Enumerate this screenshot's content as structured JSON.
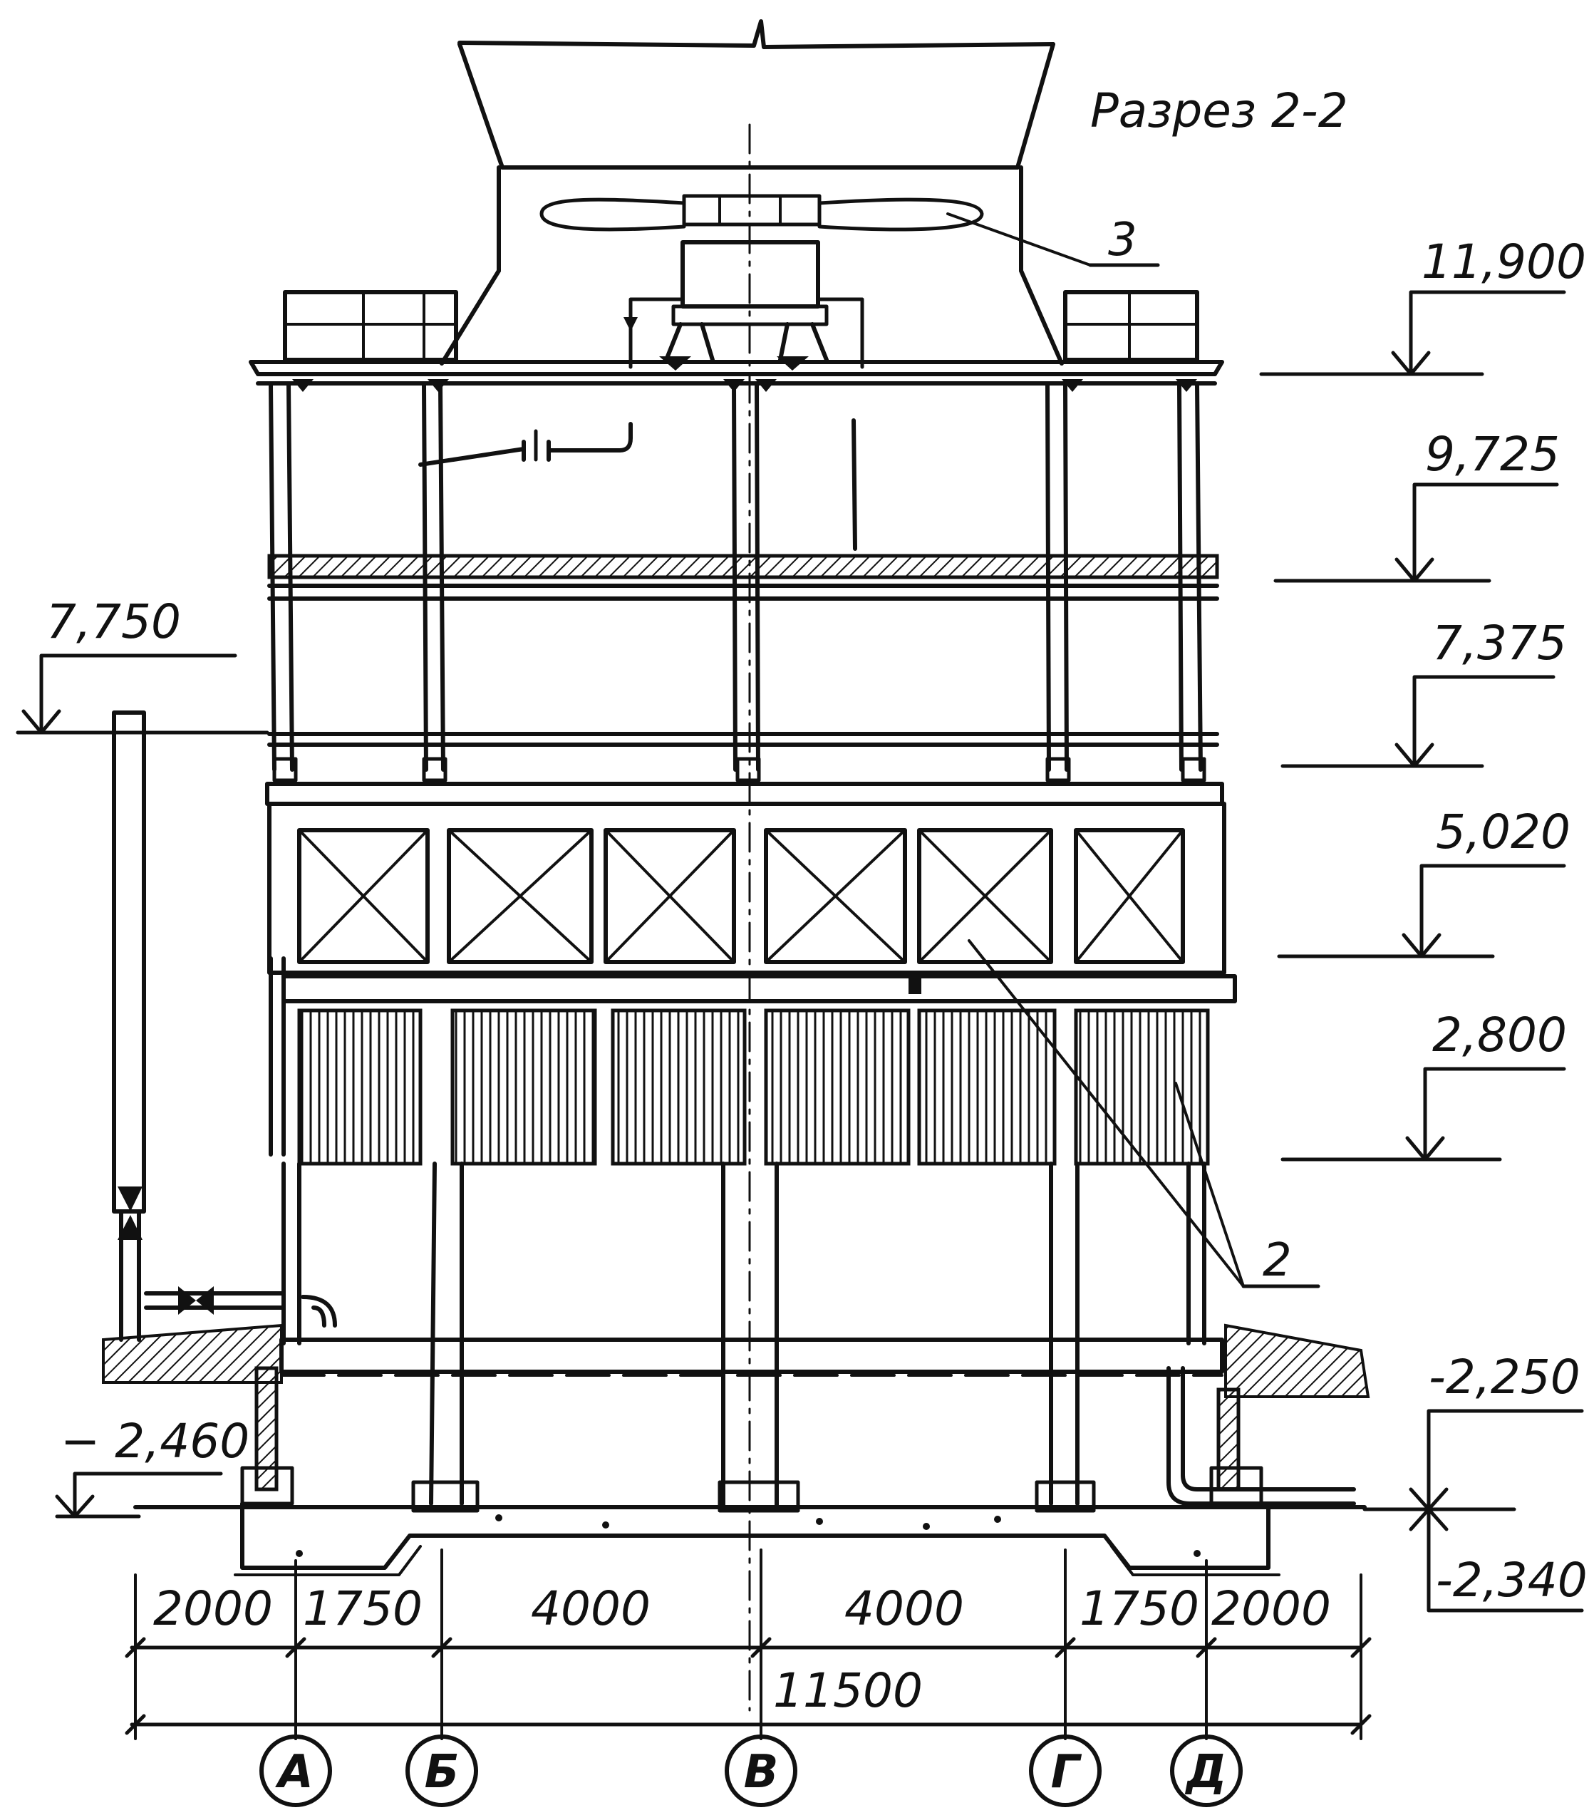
{
  "title": "Разрез 2-2",
  "elevations": {
    "e11900": "11,900",
    "e9725": "9,725",
    "e7375": "7,375",
    "e5020": "5,020",
    "e2800": "2,800",
    "e7750": "7,750",
    "e_m2460": "− 2,460",
    "e_m2250": "-2,250",
    "e_m2340": "-2,340"
  },
  "callouts": {
    "c3": "3",
    "c2": "2"
  },
  "dimensions": {
    "d1": "2000",
    "d2": "1750",
    "d3": "4000",
    "d4": "4000",
    "d5": "1750",
    "d6": "2000",
    "total": "11500"
  },
  "axes": [
    "А",
    "Б",
    "В",
    "Г",
    "Д"
  ]
}
